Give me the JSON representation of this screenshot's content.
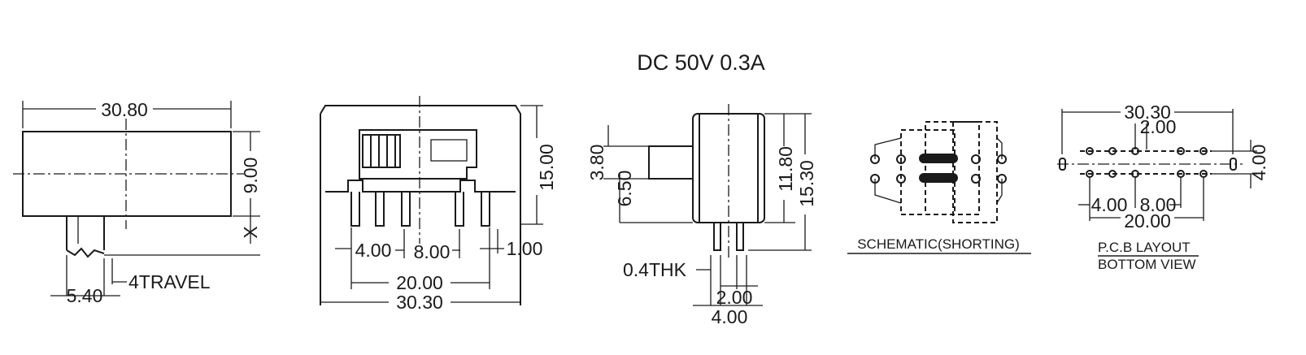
{
  "title": "DC  50V  0.3A",
  "side_view": {
    "width": "30.80",
    "height": "9.00",
    "x_label": "X",
    "actuator": "5.40",
    "travel": "4TRAVEL"
  },
  "front_view": {
    "height": "15.00",
    "pitch_a": "4.00",
    "pitch_b": "8.00",
    "pin_width": "1.00",
    "pin_span": "20.00",
    "overall": "30.30"
  },
  "end_view": {
    "knob_w": "3.80",
    "knob_off": "6.50",
    "body_h": "11.80",
    "overall_h": "15.30",
    "thickness": "0.4THK",
    "pin_pitch": "2.00",
    "row_span": "4.00"
  },
  "schematic": {
    "label": "SCHEMATIC(SHORTING)"
  },
  "pcb": {
    "overall": "30.30",
    "pitch_small": "2.00",
    "row_pitch": "4.00",
    "pitch_a": "4.00",
    "pitch_b": "8.00",
    "pin_span": "20.00",
    "label_1": "P.C.B LAYOUT",
    "label_2": "BOTTOM VIEW"
  }
}
